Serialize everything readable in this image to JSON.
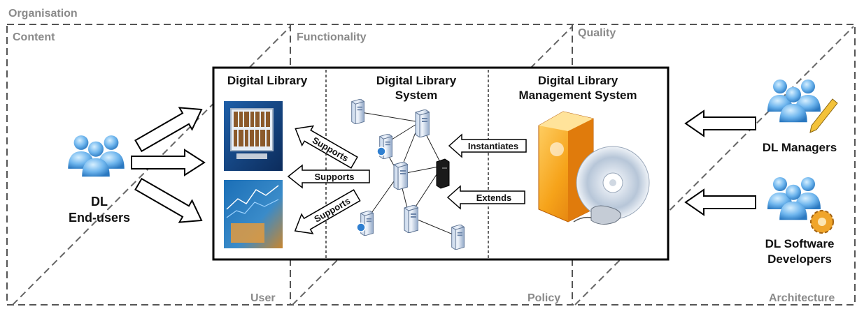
{
  "regions": {
    "organisation": "Organisation",
    "content": "Content",
    "functionality": "Functionality",
    "quality": "Quality",
    "user": "User",
    "policy": "Policy",
    "architecture": "Architecture"
  },
  "box": {
    "dl_title": "Digital Library",
    "dls_title_1": "Digital Library",
    "dls_title_2": "System",
    "dlms_title_1": "Digital Library",
    "dlms_title_2": "Management System"
  },
  "arrows": {
    "supports_1": "Supports",
    "supports_2": "Supports",
    "supports_3": "Supports",
    "instantiates": "Instantiates",
    "extends": "Extends"
  },
  "actors": {
    "end_users_1": "DL",
    "end_users_2": "End-users",
    "managers": "DL Managers",
    "developers_1": "DL Software",
    "developers_2": "Developers"
  },
  "colors": {
    "people_blue": "#3a8fd6",
    "box_orange": "#f0920e",
    "region_dash": "#555555"
  }
}
